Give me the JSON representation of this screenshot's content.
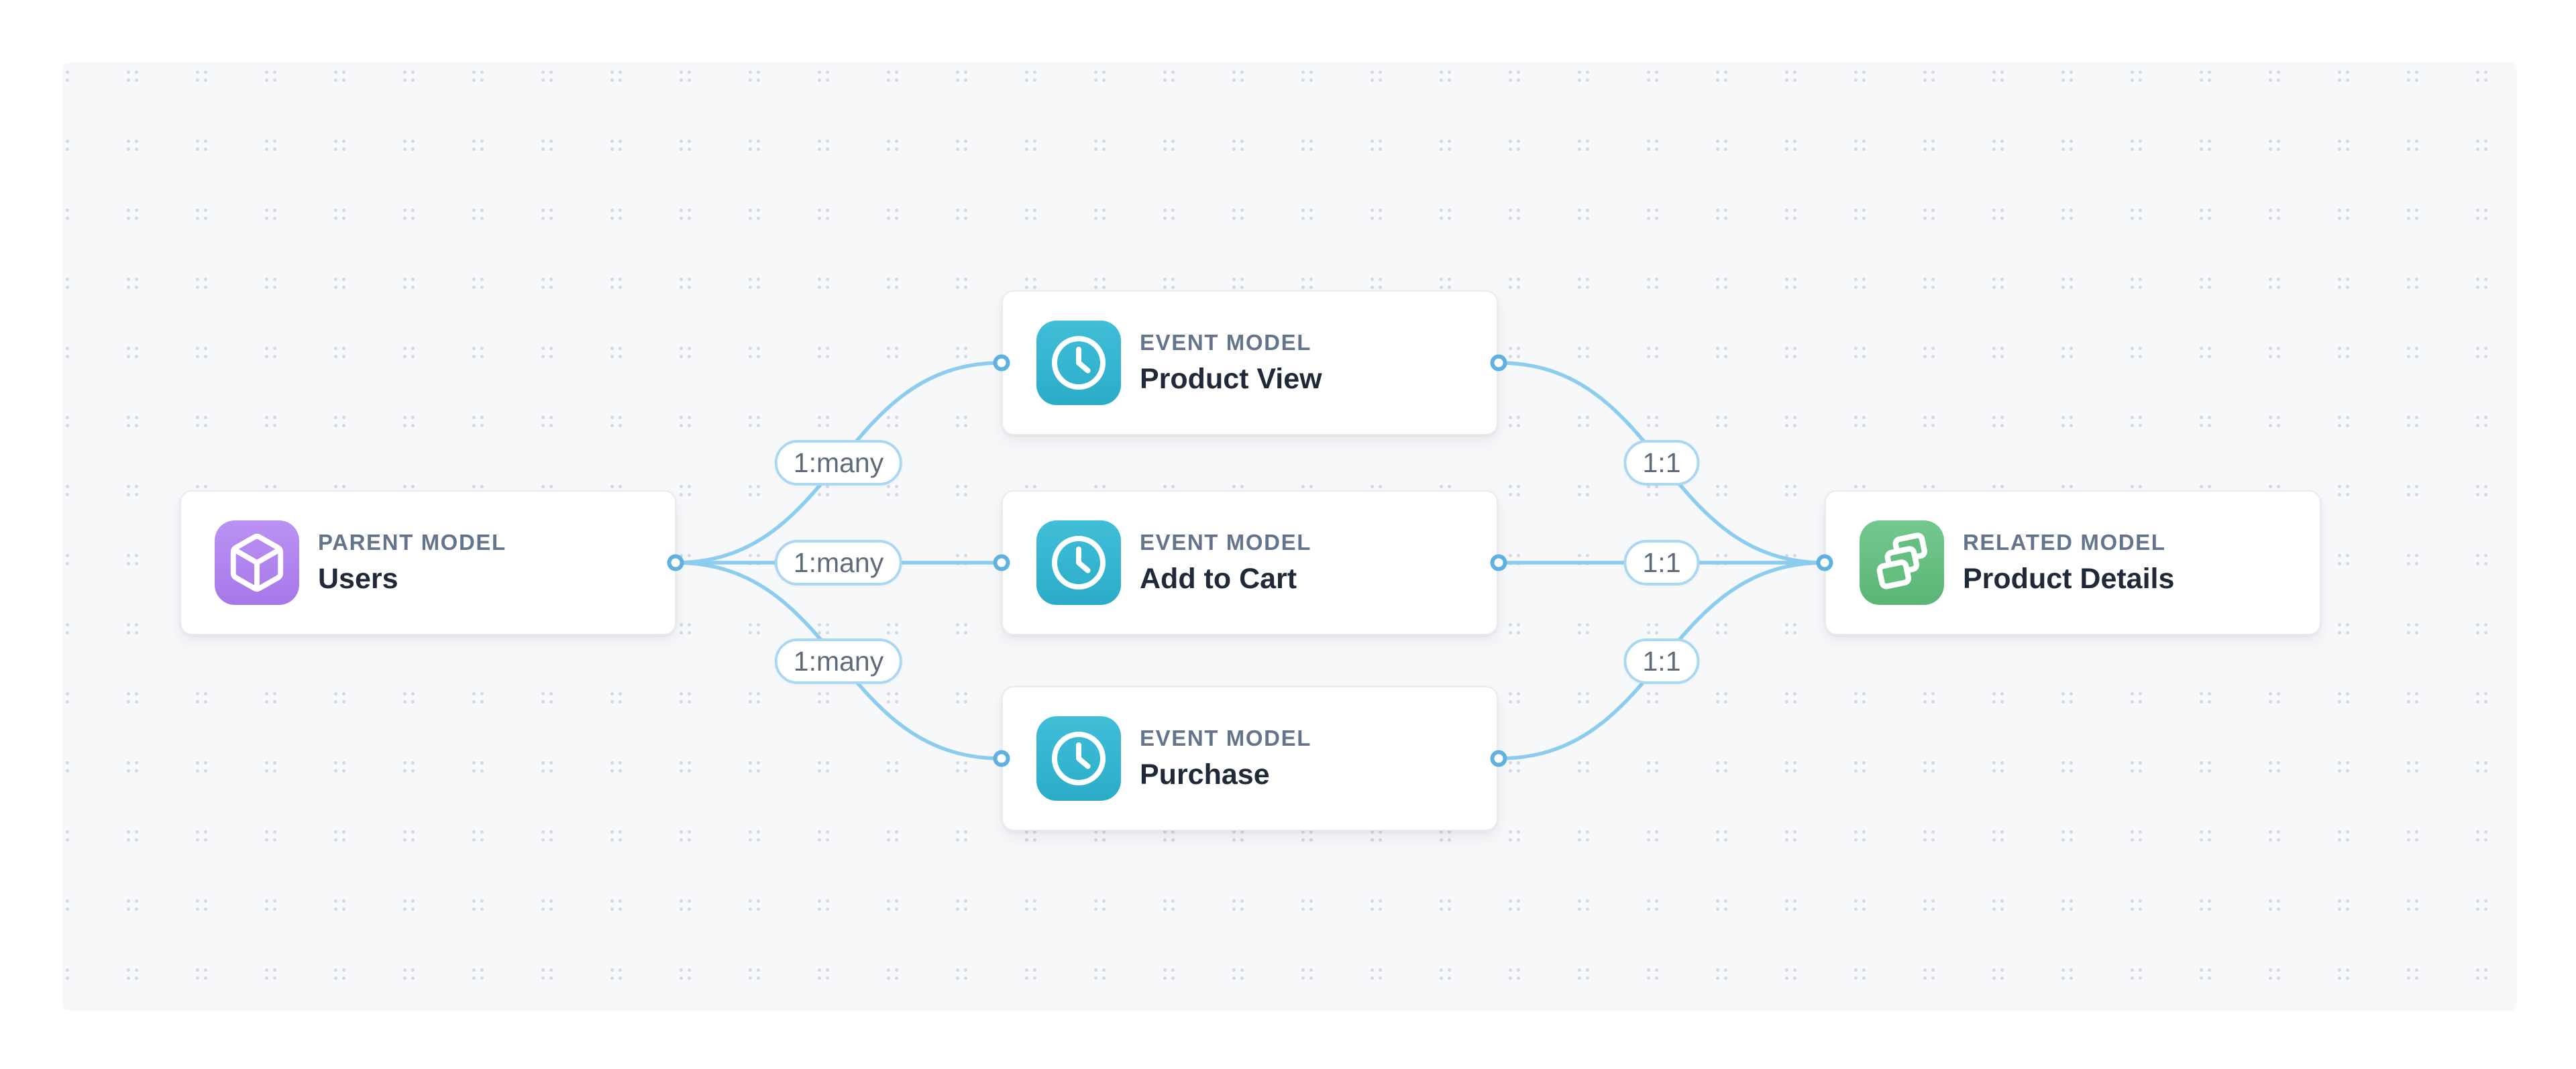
{
  "canvas": {
    "background": "#f7f8fa",
    "dot_color": "#d4d8e1"
  },
  "colors": {
    "edge": "#8cccee",
    "port_ring": "#5fb2e0",
    "pill_border": "#aad8f1",
    "pill_text": "#5f6b7a",
    "node_border": "#e9ebf0",
    "type_label_text": "#64748b",
    "title_text": "#1f2937",
    "icon_purple_top": "#bb92f3",
    "icon_purple_bottom": "#a678e9",
    "icon_teal_top": "#41bed8",
    "icon_teal_bottom": "#2aacc8",
    "icon_green_top": "#74c88e",
    "icon_green_bottom": "#5ab576"
  },
  "nodes": [
    {
      "id": "users",
      "type_label": "PARENT MODEL",
      "title": "Users",
      "icon": "box-icon",
      "icon_color": "purple"
    },
    {
      "id": "product-view",
      "type_label": "EVENT MODEL",
      "title": "Product View",
      "icon": "clock-icon",
      "icon_color": "teal"
    },
    {
      "id": "add-to-cart",
      "type_label": "EVENT MODEL",
      "title": "Add to Cart",
      "icon": "clock-icon",
      "icon_color": "teal"
    },
    {
      "id": "purchase",
      "type_label": "EVENT MODEL",
      "title": "Purchase",
      "icon": "clock-icon",
      "icon_color": "teal"
    },
    {
      "id": "product-details",
      "type_label": "RELATED MODEL",
      "title": "Product Details",
      "icon": "stack-icon",
      "icon_color": "green"
    }
  ],
  "edges": [
    {
      "from": "users",
      "to": "product-view",
      "label": "1:many"
    },
    {
      "from": "users",
      "to": "add-to-cart",
      "label": "1:many"
    },
    {
      "from": "users",
      "to": "purchase",
      "label": "1:many"
    },
    {
      "from": "product-view",
      "to": "product-details",
      "label": "1:1"
    },
    {
      "from": "add-to-cart",
      "to": "product-details",
      "label": "1:1"
    },
    {
      "from": "purchase",
      "to": "product-details",
      "label": "1:1"
    }
  ]
}
